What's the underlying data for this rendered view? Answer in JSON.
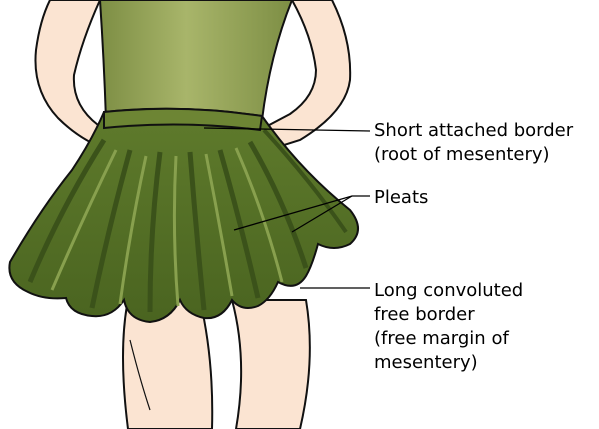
{
  "labels": {
    "attached_border": [
      "Short attached border",
      "(root of mesentery)"
    ],
    "pleats": [
      "Pleats"
    ],
    "free_border": [
      "Long convoluted",
      "free border",
      "(free margin of",
      "mesentery)"
    ]
  },
  "colors": {
    "skirt_dark": "#4f6b24",
    "skirt_light": "#6f8a3a",
    "bodice": "#8a9a50",
    "bodice_highlight": "#a3b165",
    "skin": "#fbe4d2",
    "outline": "#111111",
    "leader_line": "#000000"
  }
}
